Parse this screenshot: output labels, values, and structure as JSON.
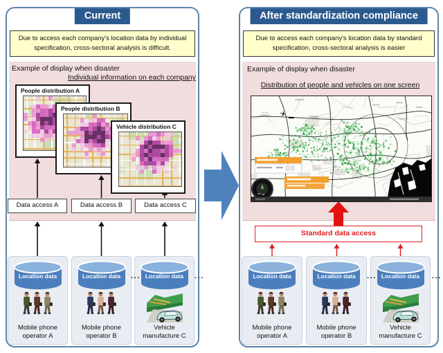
{
  "diagram": {
    "left": {
      "title": "Current",
      "note": "Due to access each company's location data by individual specification, cross-sectoral analysis is difficult.",
      "example_label": "Example of display when disaster",
      "sub_label": "Individual information on each company",
      "cards": [
        {
          "label": "People distribution A"
        },
        {
          "label": "People distribution B"
        },
        {
          "label": "Vehicle distribution C"
        }
      ],
      "data_access": [
        {
          "label": "Data access A"
        },
        {
          "label": "Data access B"
        },
        {
          "label": "Data access C"
        }
      ],
      "operators": [
        {
          "cylinder": "Location data",
          "name": "Mobile phone operator A"
        },
        {
          "cylinder": "Location data",
          "name": "Mobile phone operator B"
        },
        {
          "cylinder": "Location data",
          "name": "Vehicle manufacture C"
        }
      ],
      "ellipsis": "···"
    },
    "right": {
      "title": "After standardization compliance",
      "note": "Due to access each company's location data by standard specification, cross-sectoral analysis is easier",
      "example_label": "Example of display when disaster",
      "sub_label": "Distribution of people and vehicles on one screen",
      "standard_access_label": "Standard data access",
      "operators": [
        {
          "cylinder": "Location data",
          "name": "Mobile phone operator A"
        },
        {
          "cylinder": "Location data",
          "name": "Mobile phone operator B"
        },
        {
          "cylinder": "Location data",
          "name": "Vehicle manufacture C"
        }
      ],
      "ellipsis": "···"
    },
    "colors": {
      "title_bg": "#2b5a8e",
      "note_bg": "#ffffcc",
      "pink_bg": "#f1dddd",
      "panel_border": "#5b84ad",
      "transition_arrow_blue": "#4f81bd",
      "accent_red": "#dd2020",
      "cylinder_blue": "#4a7ebd",
      "heatmap_magenta": "#c04aae",
      "map_dot_green": "#51b861"
    }
  }
}
